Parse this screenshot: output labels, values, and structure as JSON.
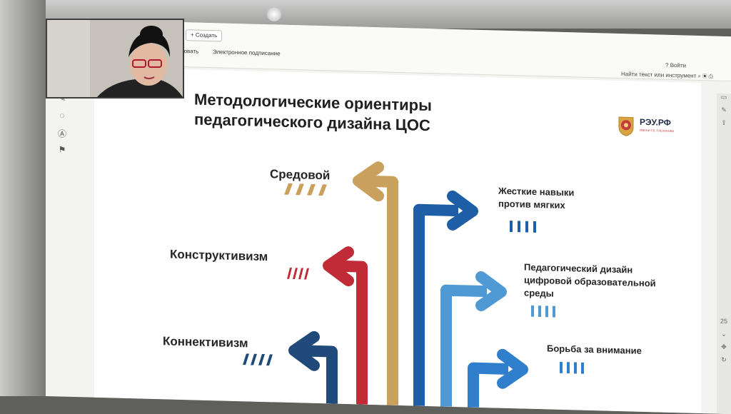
{
  "toolbar": {
    "create_label": "Создать",
    "tab_use_label": "зовать",
    "tab_sign_label": "Электронное подписание",
    "login_label": "Войти",
    "search_placeholder": "Найти текст или инструмент"
  },
  "slide": {
    "title_line1": "Методологические ориентиры",
    "title_line2": "педагогического дизайна ЦОС",
    "logo_name": "РЭУ.РФ",
    "logo_sub": "ИМЕНИ Г.В. ПЛЕХАНОВА",
    "left_items": [
      {
        "label": "Средовой",
        "color": "#c9a05c"
      },
      {
        "label": "Конструктивизм",
        "color": "#c12a37"
      },
      {
        "label": "Коннективизм",
        "color": "#1f4a7a"
      }
    ],
    "right_items": [
      {
        "label_line1": "Жесткие навыки",
        "label_line2": "против мягких",
        "color": "#1d5ea6"
      },
      {
        "label_line1": "Педагогический дизайн",
        "label_line2": "цифровой образовательной",
        "label_line3": "среды",
        "color": "#4f9ad4"
      },
      {
        "label_line1": "Борьба за внимание",
        "color": "#2f7fcc"
      }
    ]
  },
  "zoom": "25"
}
